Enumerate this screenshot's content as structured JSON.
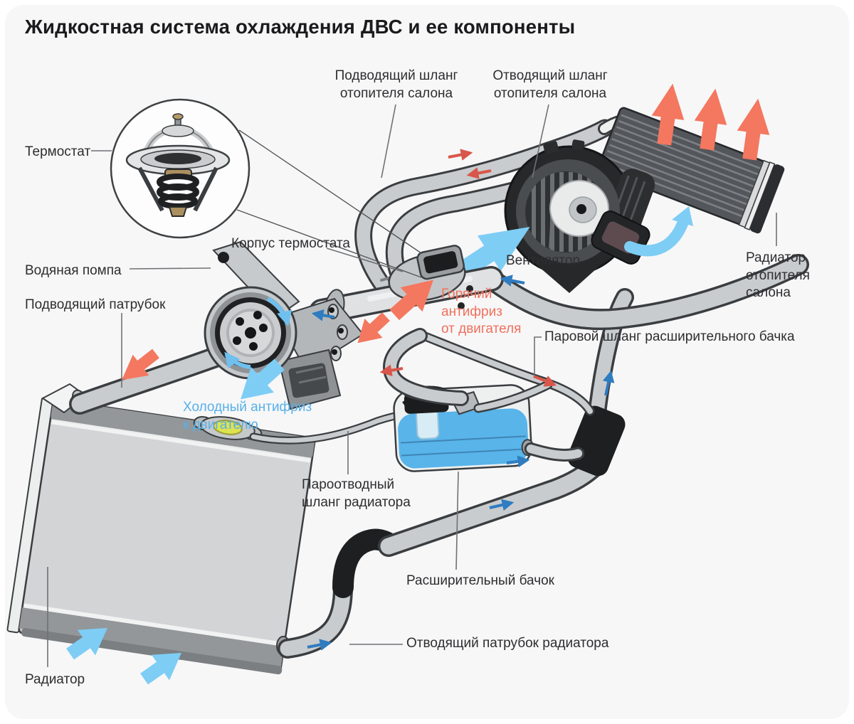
{
  "title": "Жидкостная система охлаждения ДВС и ее компоненты",
  "labels": {
    "heater_supply_hose": "Подводящий шланг\nотопителя салона",
    "heater_return_hose": "Отводящий шланг\nотопителя салона",
    "thermostat": "Термостат",
    "thermostat_housing": "Корпус термостата",
    "water_pump": "Водяная помпа",
    "inlet_pipe": "Подводящий патрубок",
    "fan": "Вентилятор",
    "heater_core": "Радиатор\nотопителя\nсалона",
    "hot_antifreeze": "Горячий\nантифриз\nот двигателя",
    "vapor_hose": "Паровой шланг расширительного бачка",
    "cold_antifreeze": "Холодный антифриз\nк двигателю",
    "radiator_vent_hose": "Пароотводный\nшланг радиатора",
    "expansion_tank": "Расширительный бачок",
    "outlet_pipe": "Отводящий патрубок радиатора",
    "radiator": "Радиатор"
  },
  "colors": {
    "hot_flow_text": "#f1705c",
    "cold_flow_text": "#58b0e8",
    "hot_arrow": "#f4775f",
    "hot_arrow_small": "#d9564a",
    "cold_arrow": "#7ecdf5",
    "cold_arrow_small": "#2f7cc0",
    "coolant": "#58b4e9",
    "cap_yellow": "#dde24f",
    "metal": "#c9ccce",
    "background_card": "#f7f7f8"
  }
}
